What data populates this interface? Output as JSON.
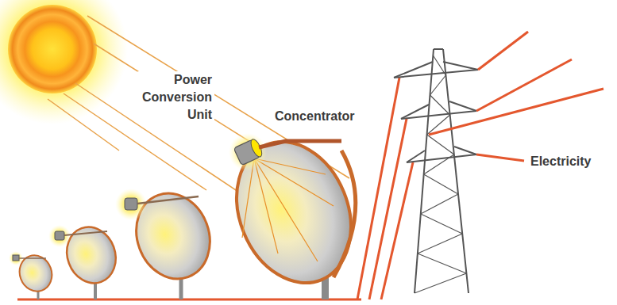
{
  "diagram": {
    "labels": [
      "Power Conversion Unit",
      "Concentrator",
      "Electricity"
    ]
  }
}
